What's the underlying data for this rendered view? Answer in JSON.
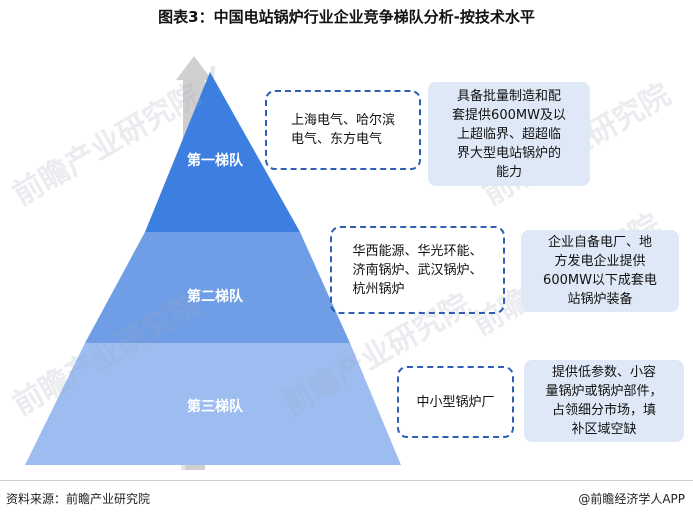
{
  "title": "图表3：中国电站锅炉行业企业竞争梯队分析-按技术水平",
  "chart_data": {
    "type": "pyramid",
    "tiers": [
      {
        "label": "第一梯队",
        "companies": "上海电气、哈尔滨\n电气、东方电气",
        "capability": "具备批量制造和配\n套提供600MW及以\n上超临界、超超临\n界大型电站锅炉的\n能力"
      },
      {
        "label": "第二梯队",
        "companies": "华西能源、华光环能、\n济南锅炉、武汉锅炉、\n杭州锅炉",
        "capability": "企业自备电厂、地\n方发电企业提供\n600MW以下成套电\n站锅炉装备"
      },
      {
        "label": "第三梯队",
        "companies": "中小型锅炉厂",
        "capability": "提供低参数、小容\n量锅炉或锅炉部件，\n占领细分市场，填\n补区域空缺"
      }
    ]
  },
  "footer": {
    "source": "资料来源：前瞻产业研究院",
    "credit": "@前瞻经济学人APP"
  },
  "watermark": "前瞻产业研究院",
  "colors": {
    "tier1": "#3d7fe0",
    "tier2": "#6f9de6",
    "tier3": "#9dbdf0",
    "arrow": "#c8c8c8",
    "dash": "#2f5fb4",
    "desc_bg": "#dfe8f6"
  }
}
